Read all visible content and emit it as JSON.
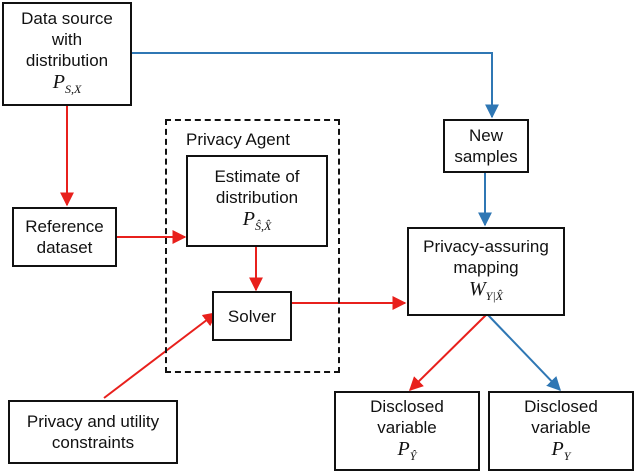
{
  "nodes": {
    "data_source": {
      "lines": [
        "Data source",
        "with",
        "distribution"
      ],
      "math": "P_{S,X}"
    },
    "reference_dataset": {
      "lines": [
        "Reference",
        "dataset"
      ]
    },
    "privacy_agent": {
      "title": "Privacy Agent"
    },
    "estimate": {
      "lines": [
        "Estimate of",
        "distribution"
      ],
      "math": "P_{Ŝ,X̂}"
    },
    "solver": {
      "lines": [
        "Solver"
      ]
    },
    "new_samples": {
      "lines": [
        "New",
        "samples"
      ]
    },
    "mapping": {
      "lines": [
        "Privacy-assuring",
        "mapping"
      ],
      "math": "W_{Y|X̂}"
    },
    "constraints": {
      "lines": [
        "Privacy and utility",
        "constraints"
      ]
    },
    "disclosed_left": {
      "lines": [
        "Disclosed",
        "variable"
      ],
      "math": "P_Ŷ"
    },
    "disclosed_right": {
      "lines": [
        "Disclosed",
        "variable"
      ],
      "math": "P_Y"
    }
  },
  "colors": {
    "red_arrow": "#e8201c",
    "blue_arrow": "#2f77b4",
    "border": "#111111"
  }
}
